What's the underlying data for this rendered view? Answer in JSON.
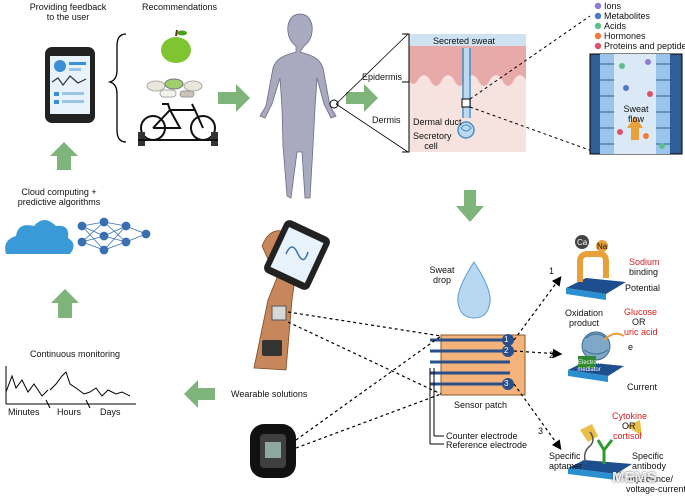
{
  "top": {
    "feedback_line1": "Providing feedback",
    "feedback_line2": "to the user",
    "recommendations": "Recommendations"
  },
  "skin": {
    "secreted_sweat": "Secreted sweat",
    "epidermis": "Epidermis",
    "dermis": "Dermis",
    "dermal_duct": "Dermal duct",
    "secretory_cell_line1": "Secretory",
    "secretory_cell_line2": "cell"
  },
  "legend": {
    "items": [
      {
        "label": "Ions",
        "color": "#8a7fd6"
      },
      {
        "label": "Metabolites",
        "color": "#4f78c4"
      },
      {
        "label": "Acids",
        "color": "#5fbf8f"
      },
      {
        "label": "Hormones",
        "color": "#f07a3a"
      },
      {
        "label": "Proteins and peptides",
        "color": "#d9546a"
      }
    ]
  },
  "sweat_flow": {
    "line1": "Sweat",
    "line2": "flow"
  },
  "cloud": {
    "line1": "Cloud computing +",
    "line2": "predictive algorithms"
  },
  "sweat_drop": {
    "line1": "Sweat",
    "line2": "drop"
  },
  "monitoring": {
    "title": "Continuous monitoring",
    "minutes": "Minutes",
    "hours": "Hours",
    "days": "Days"
  },
  "wearable": {
    "label": "Wearable solutions"
  },
  "patch": {
    "label": "Sensor patch",
    "counter": "Counter electrode",
    "reference": "Reference electrode",
    "n1": "1",
    "n2": "2",
    "n3": "3"
  },
  "sensors": {
    "n1": "1",
    "n2": "2",
    "n3": "3",
    "ca": "Ca",
    "na": "Na",
    "sodium": "Sodium",
    "binding": "binding",
    "potential": "Potential",
    "oxidation_line1": "Oxidation",
    "oxidation_line2": "product",
    "glucose": "Glucose",
    "or1": "OR",
    "uric_acid": "uric acid",
    "electron": "e",
    "mediator_line1": "Electron",
    "mediator_line2": "mediator",
    "current": "Current",
    "cytokine": "Cytokine",
    "or2": "OR",
    "cortisol": "cortisol",
    "aptamer_line1": "Specific",
    "aptamer_line2": "aptamer",
    "antibody_line1": "Specific",
    "antibody_line2": "antibody",
    "impedance_line1": "Impedance/",
    "impedance_line2": "voltage-current"
  },
  "watermark": "MEMS"
}
